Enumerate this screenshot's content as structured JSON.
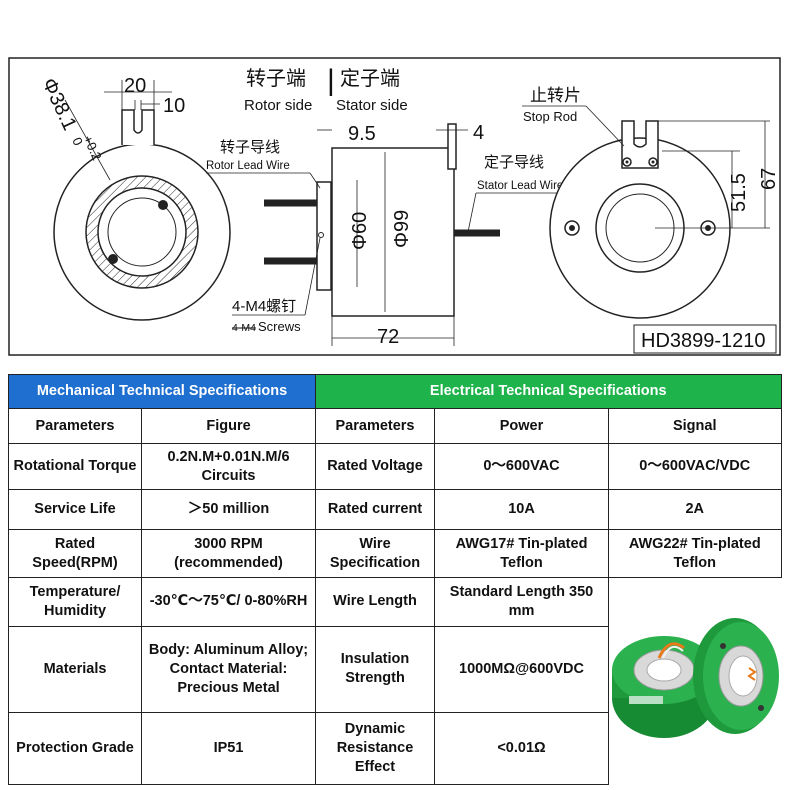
{
  "drawing": {
    "rotor_side_cn": "转子端",
    "rotor_side_en": "Rotor side",
    "divider": "|",
    "stator_side_cn": "定子端",
    "stator_side_en": "Stator side",
    "rotor_lead_cn": "转子导线",
    "rotor_lead_en": "Rotor Lead Wire",
    "stator_lead_cn": "定子导线",
    "stator_lead_en": "Stator Lead Wire",
    "screws_cn": "4-M4螺钉",
    "screws_prefix": "4-M4",
    "screws_en": "Screws",
    "stop_rod_cn": "止转片",
    "stop_rod_en": "Stop Rod",
    "dim_20": "20",
    "dim_10": "10",
    "dim_d38": "Φ38.1",
    "dim_tol_plus": "+0.2",
    "dim_tol_zero": "0",
    "dim_9_5": "9.5",
    "dim_4": "4",
    "dim_d60": "Φ60",
    "dim_d99": "Φ99",
    "dim_72": "72",
    "dim_51_5": "51.5",
    "dim_67": "67",
    "model": "HD3899-1210"
  },
  "table": {
    "mech_header": "Mechanical Technical Specifications",
    "elec_header": "Electrical Technical Specifications",
    "col_params": "Parameters",
    "col_figure": "Figure",
    "col_params2": "Parameters",
    "col_power": "Power",
    "col_signal": "Signal",
    "r1": {
      "p": "Rotational Torque",
      "f": "0.2N.M+0.01N.M/6 Circuits",
      "p2": "Rated Voltage",
      "pw": "0～600VAC",
      "sg": "0～600VAC/VDC"
    },
    "r2": {
      "p": "Service Life",
      "f": "＞50 million",
      "p2": "Rated current",
      "pw": "10A",
      "sg": "2A"
    },
    "r3": {
      "p": "Rated Speed(RPM)",
      "f": "3000 RPM (recommended)",
      "p2": "Wire Specification",
      "pw": "AWG17# Tin-plated Teflon",
      "sg": "AWG22# Tin-plated Teflon"
    },
    "r4": {
      "p": "Temperature/ Humidity",
      "f": "-30℃～75℃/ 0-80%RH",
      "p2": "Wire Length",
      "pw": "Standard Length 350 mm"
    },
    "r5": {
      "p": "Materials",
      "f": "Body: Aluminum Alloy; Contact Material: Precious Metal",
      "p2": "Insulation Strength",
      "pw": "1000MΩ@600VDC"
    },
    "r6": {
      "p": "Protection Grade",
      "f": "IP51",
      "p2": "Dynamic Resistance Effect",
      "pw": "<0.01Ω"
    }
  },
  "colors": {
    "mech": "#1f6fd1",
    "elec": "#1fb34b",
    "ring_green": "#1e9a3c"
  }
}
